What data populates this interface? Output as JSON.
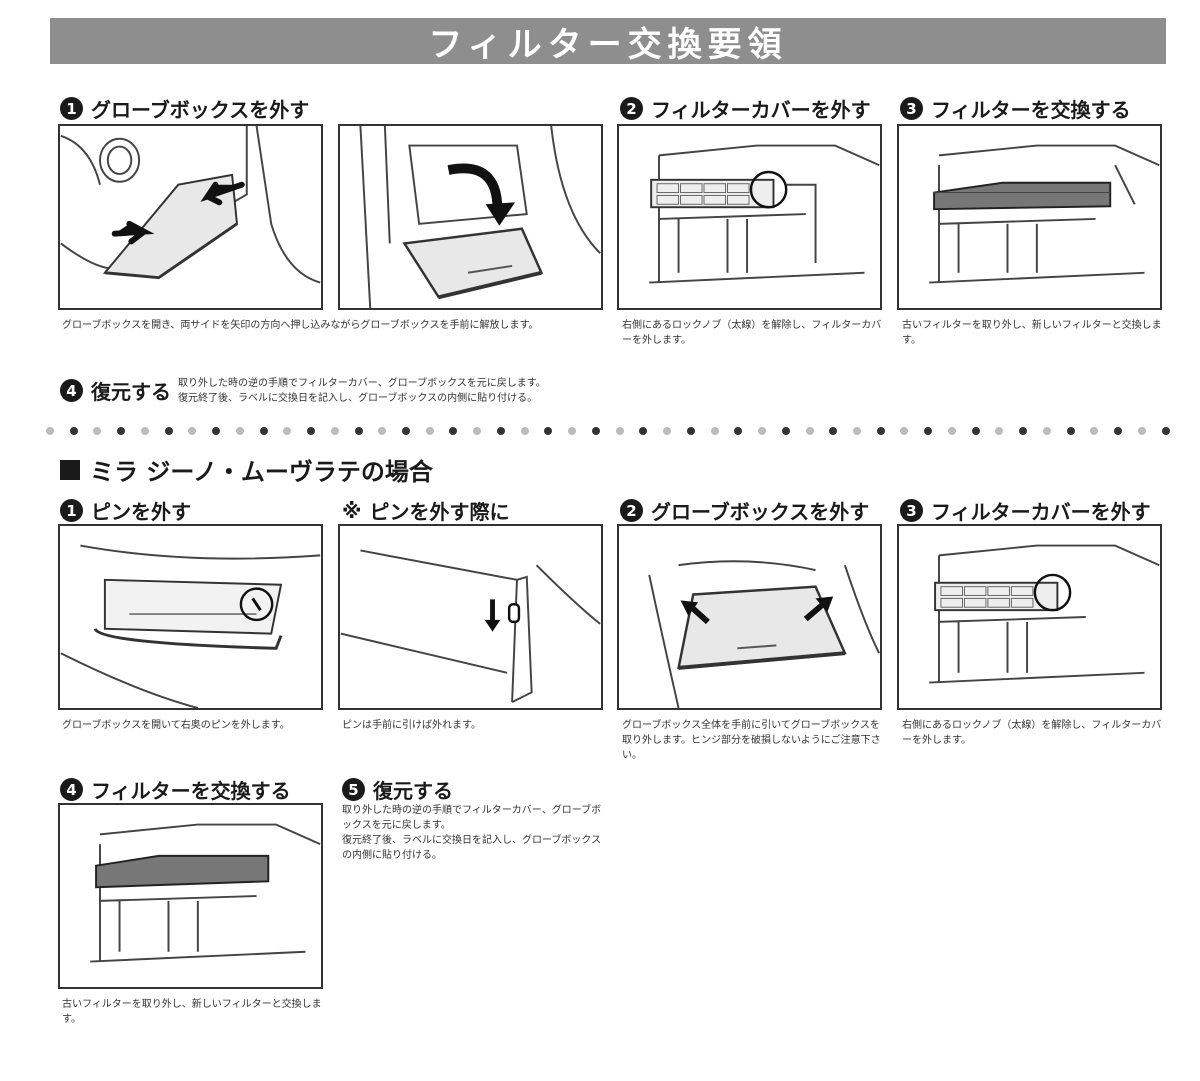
{
  "title": "フィルター交換要領",
  "section1": {
    "steps": [
      {
        "num": "1",
        "label": "グローブボックスを外す"
      },
      {
        "num": "2",
        "label": "フィルターカバーを外す"
      },
      {
        "num": "3",
        "label": "フィルターを交換する"
      },
      {
        "num": "4",
        "label": "復元する"
      }
    ],
    "captions": [
      "グローブボックスを開き、両サイドを矢印の方向へ押し込みながらグローブボックスを手前に解放します。",
      "右側にあるロックノブ（太線）を解除し、フィルターカバーを外します。",
      "古いフィルターを取り外し、新しいフィルターと交換します。",
      "取り外した時の逆の手順でフィルターカバー、グローブボックスを元に戻します。",
      "復元終了後、ラベルに交換日を記入し、グローブボックスの内側に貼り付ける。"
    ]
  },
  "section2": {
    "title": "ミラ ジーノ・ムーヴラテの場合",
    "steps": [
      {
        "num": "1",
        "label": "ピンを外す"
      },
      {
        "num": "※",
        "label": "ピンを外す際に"
      },
      {
        "num": "2",
        "label": "グローブボックスを外す"
      },
      {
        "num": "3",
        "label": "フィルターカバーを外す"
      },
      {
        "num": "4",
        "label": "フィルターを交換する"
      },
      {
        "num": "5",
        "label": "復元する"
      }
    ],
    "captions": [
      "グローブボックスを開いて右奥のピンを外します。",
      "ピンは手前に引けば外れます。",
      "グローブボックス全体を手前に引いてグローブボックスを取り外します。ヒンジ部分を破損しないようにご注意下さい。",
      "右側にあるロックノブ（太線）を解除し、フィルターカバーを外します。",
      "古いフィルターを取り外し、新しいフィルターと交換します。",
      "取り外した時の逆の手順でフィルターカバー、グローブボックスを元に戻します。",
      "復元終了後、ラベルに交換日を記入し、グローブボックスの内側に貼り付ける。"
    ]
  },
  "colors": {
    "banner": "#8e8e8e",
    "dot_dark": "#333333",
    "dot_light": "#bbbbbb",
    "filter": "#777777"
  }
}
